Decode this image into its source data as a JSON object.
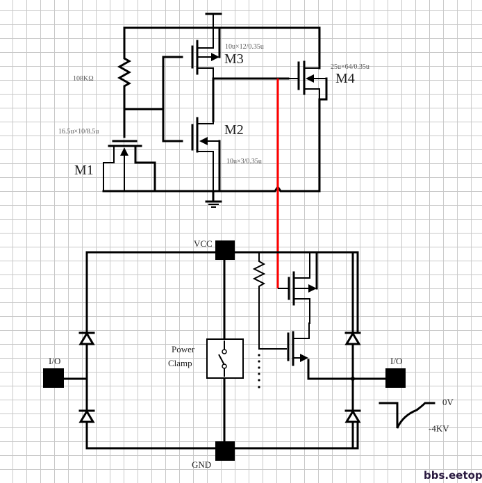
{
  "top_circuit": {
    "resistor_label": "108KΩ",
    "m1": {
      "name": "M1",
      "size": "16.5u×10/8.5u"
    },
    "m2": {
      "name": "M2",
      "size": "10u×3/0.35u"
    },
    "m3": {
      "name": "M3",
      "size": "10u×12/0.35u"
    },
    "m4": {
      "name": "M4",
      "size": "25u×64/0.35u"
    }
  },
  "bottom_circuit": {
    "vcc_label": "VCC",
    "gnd_label": "GND",
    "io_left_label": "I/O",
    "io_right_label": "I/O",
    "clamp_label_line1": "Power",
    "clamp_label_line2": "Clamp",
    "wave_high": "0V",
    "wave_low": "-4KV"
  },
  "watermark": "bbs.eetop.cn",
  "colors": {
    "wire": "#000000",
    "connection": "#ff0000"
  }
}
